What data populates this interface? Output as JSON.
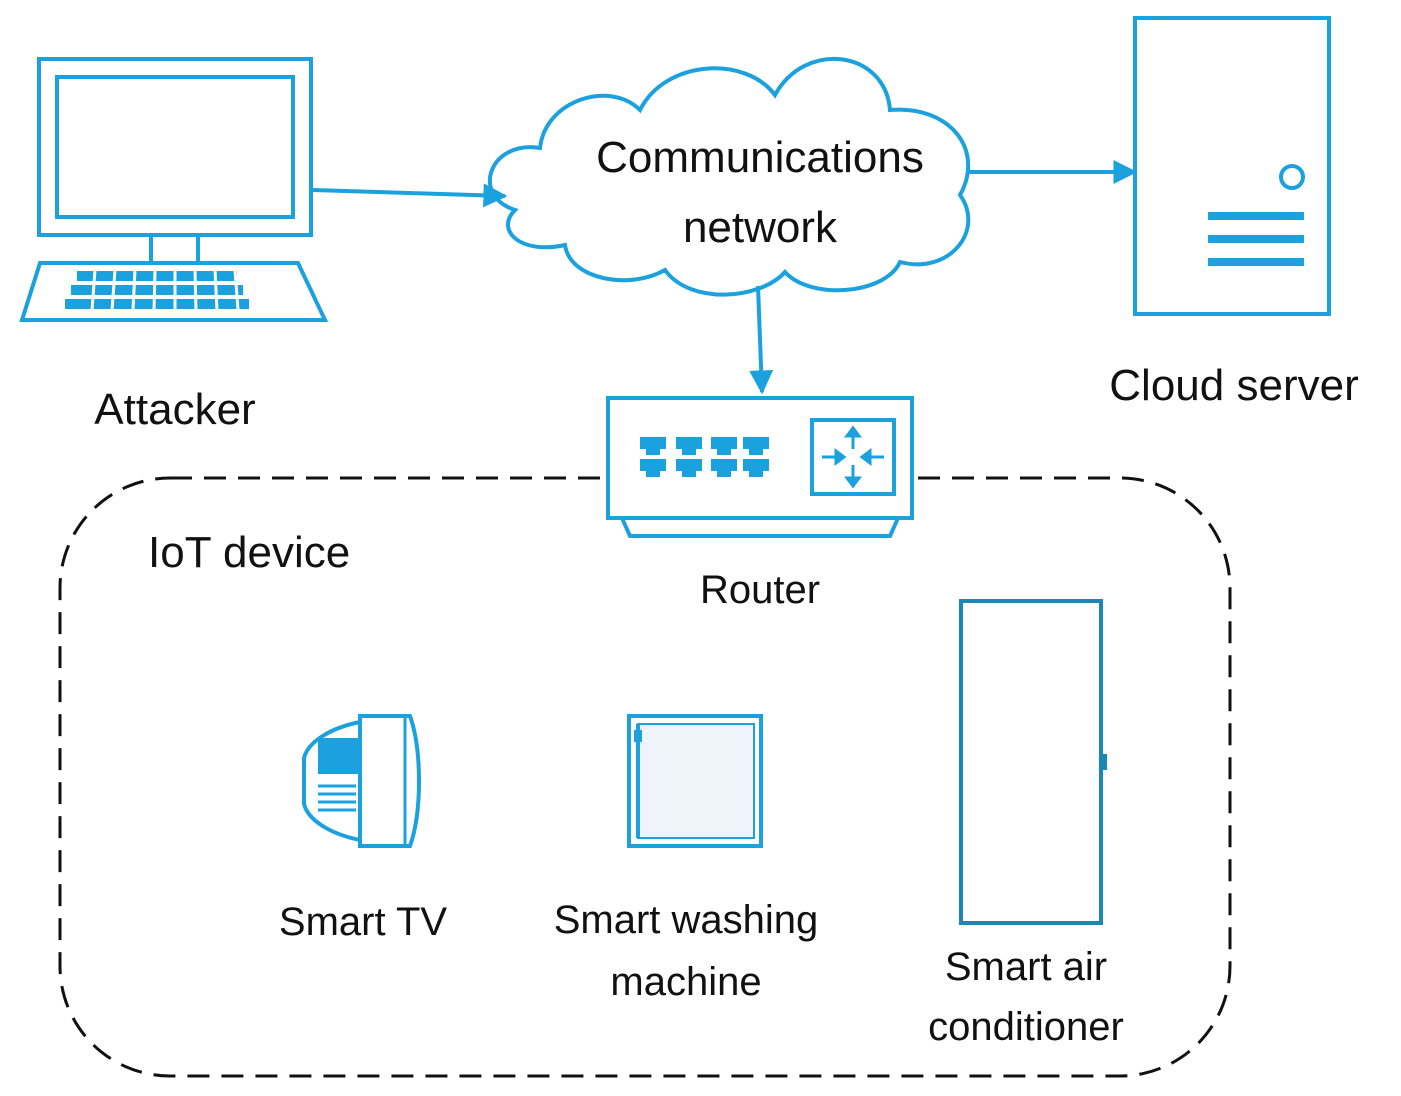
{
  "colors": {
    "device_stroke": "#1BA1DE",
    "appliance_stroke": "#1B87B5",
    "boundary_stroke": "#111111",
    "text": "#111111"
  },
  "nodes": {
    "attacker": {
      "label": "Attacker",
      "icon": "laptop-icon"
    },
    "network": {
      "label_line1": "Communications",
      "label_line2": "network",
      "icon": "cloud-icon"
    },
    "cloud_server": {
      "label": "Cloud server",
      "icon": "server-icon"
    },
    "router": {
      "label": "Router",
      "icon": "router-icon"
    }
  },
  "group": {
    "label": "IoT device"
  },
  "iot_devices": [
    {
      "label": "Smart TV",
      "icon": "smart-tv-icon"
    },
    {
      "label_line1": "Smart washing",
      "label_line2": "machine",
      "icon": "washing-machine-icon"
    },
    {
      "label_line1": "Smart air",
      "label_line2": "conditioner",
      "icon": "air-conditioner-icon"
    }
  ],
  "edges": [
    {
      "from": "attacker",
      "to": "network"
    },
    {
      "from": "network",
      "to": "cloud_server"
    },
    {
      "from": "network",
      "to": "router"
    }
  ]
}
